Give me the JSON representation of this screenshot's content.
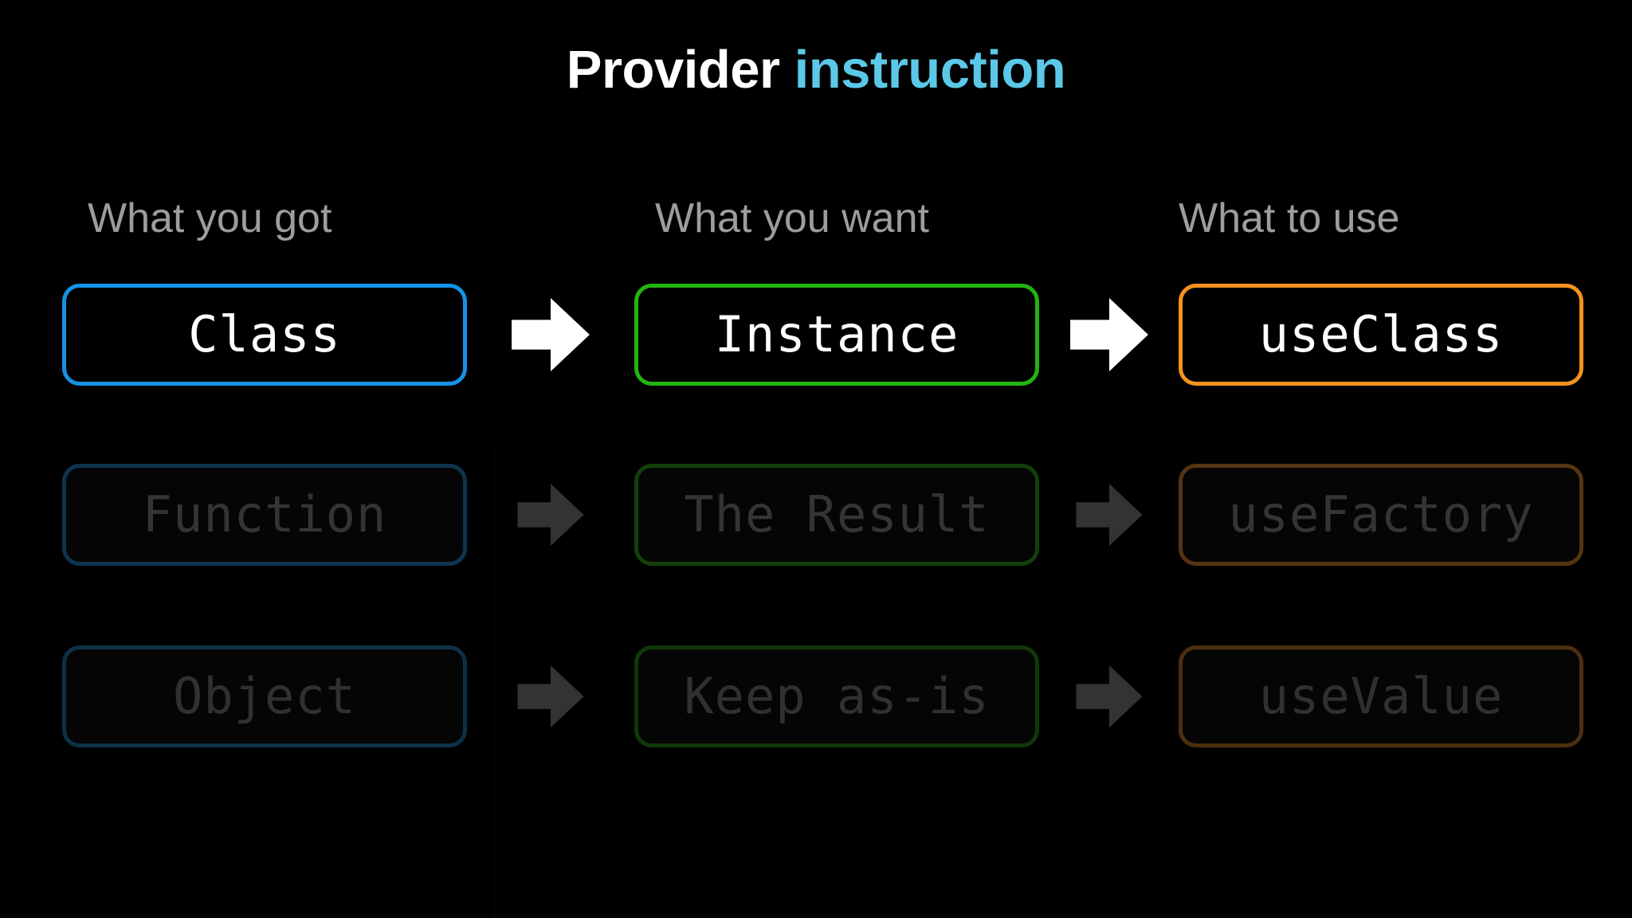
{
  "title": {
    "part_white": "Provider",
    "part_accent": "instruction",
    "accent_color": "#5BC8E8"
  },
  "columns": {
    "got": "What you got",
    "want": "What you want",
    "use": "What to use"
  },
  "colors": {
    "blue": "#1593E6",
    "green": "#22B512",
    "orange": "#F59220",
    "background": "#000000",
    "header_text": "#9d9d9d",
    "active_text": "#ffffff",
    "dim_text": "#343434",
    "arrow_active": "#ffffff",
    "arrow_dim": "#333333"
  },
  "rows": [
    {
      "state": "active",
      "got": "Class",
      "want": "Instance",
      "use": "useClass",
      "arrow1": "arrow-right-icon",
      "arrow2": "arrow-right-icon"
    },
    {
      "state": "dimmed",
      "got": "Function",
      "want": "The Result",
      "use": "useFactory",
      "arrow1": "arrow-right-icon",
      "arrow2": "arrow-right-icon"
    },
    {
      "state": "dimmed",
      "got": "Object",
      "want": "Keep as-is",
      "use": "useValue",
      "arrow1": "arrow-right-icon",
      "arrow2": "arrow-right-icon"
    }
  ]
}
